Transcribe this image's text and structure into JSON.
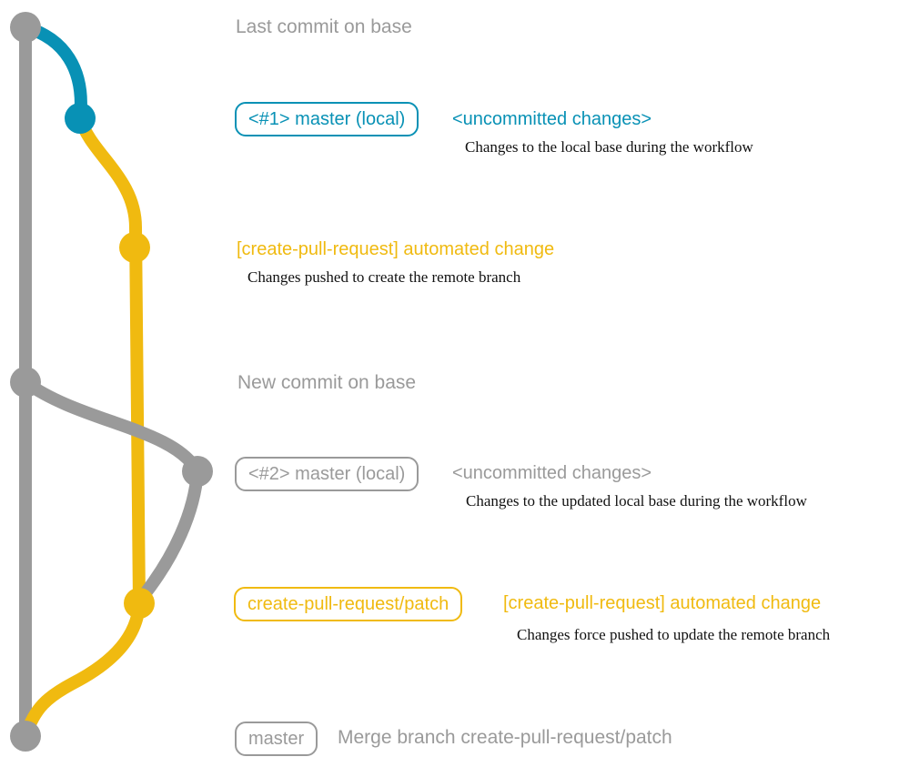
{
  "colors": {
    "teal": "#0891b5",
    "yellow": "#f0ba10",
    "gray": "#9a9a9a",
    "text": "#111111"
  },
  "events": [
    {
      "label": "Last commit on base"
    },
    {
      "badge": "<#1> master (local)",
      "message": "<uncommitted changes>",
      "description": "Changes to the local base during the workflow"
    },
    {
      "message": "[create-pull-request] automated change",
      "description": "Changes pushed to create the remote branch"
    },
    {
      "label": "New commit on base"
    },
    {
      "badge": "<#2> master (local)",
      "message": "<uncommitted changes>",
      "description": "Changes to the updated local base during the workflow"
    },
    {
      "badge": "create-pull-request/patch",
      "message": "[create-pull-request] automated change",
      "description": "Changes force pushed to update the remote branch"
    },
    {
      "badge": "master",
      "label": "Merge branch create-pull-request/patch"
    }
  ]
}
